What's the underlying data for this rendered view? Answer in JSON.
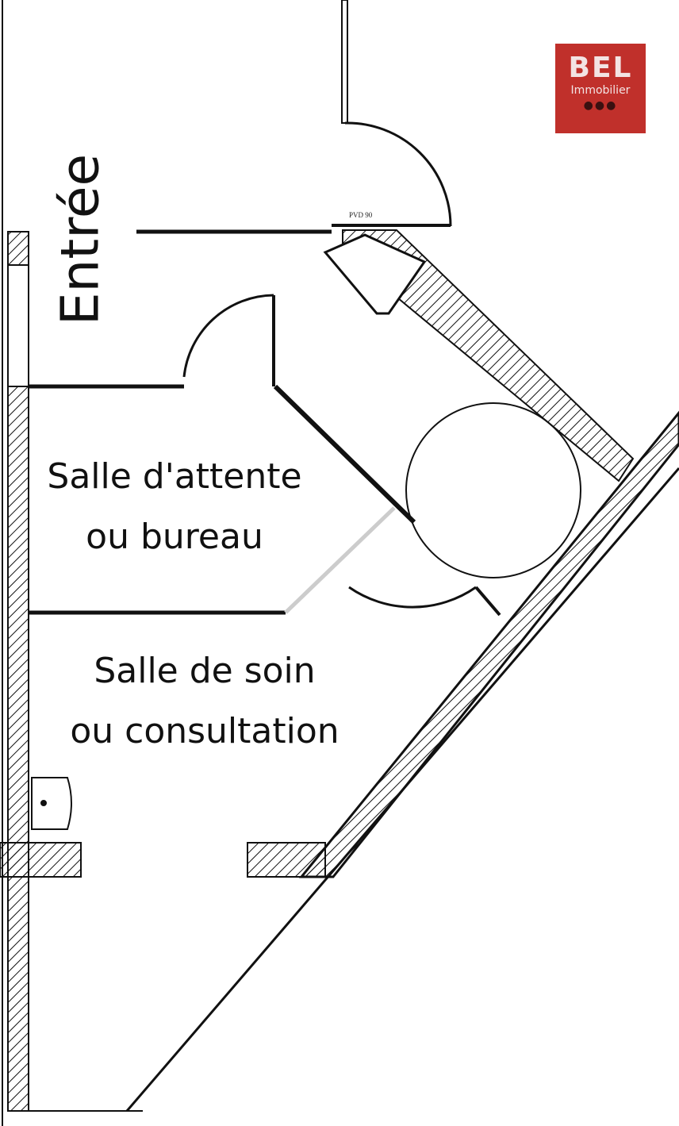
{
  "logo": {
    "brand": "BEL",
    "subtitle": "Immobilier",
    "dots": "●●●",
    "color": "#c0302b"
  },
  "annotations": {
    "door_code": "PVD 90"
  },
  "rooms": {
    "entrance": "Entrée",
    "waiting_room": {
      "line1": "Salle d'attente",
      "line2": "ou bureau"
    },
    "care_room": {
      "line1": "Salle de soin",
      "line2": "ou consultation"
    }
  }
}
